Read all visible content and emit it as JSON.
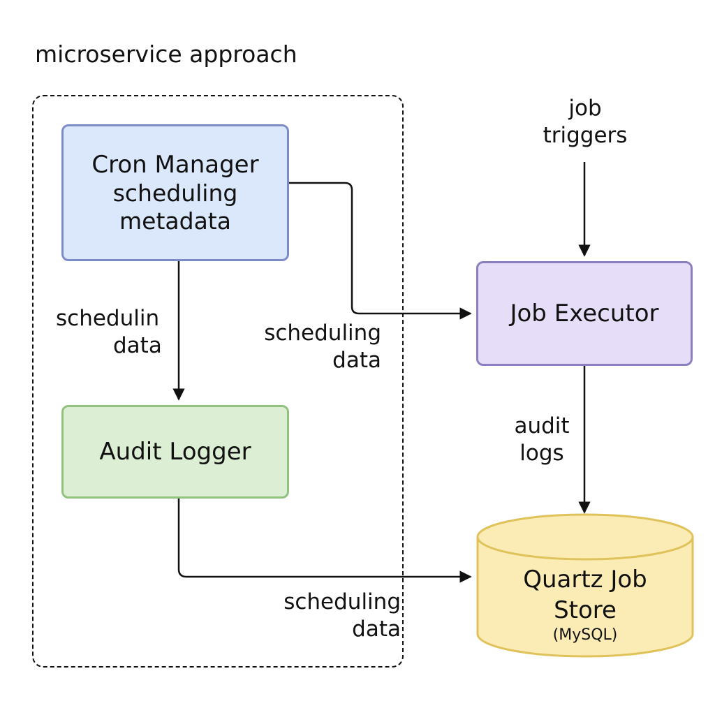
{
  "title": "microservice approach",
  "nodes": {
    "cron_manager": {
      "name": "Cron Manager",
      "line1": "scheduling",
      "line2": "metadata"
    },
    "audit_logger": {
      "name": "Audit Logger"
    },
    "job_executor": {
      "name": "Job Executor"
    },
    "job_store": {
      "line1": "Quartz Job",
      "line2": "Store",
      "engine": "(MySQL)"
    }
  },
  "edges": {
    "job_triggers": {
      "line1": "job",
      "line2": "triggers"
    },
    "cron_to_audit": {
      "line1": "schedulin",
      "line2": "data"
    },
    "cron_to_executor": {
      "line1": "scheduling",
      "line2": "data"
    },
    "executor_to_store": {
      "line1": "audit",
      "line2": "logs"
    },
    "audit_to_store": {
      "line1": "scheduling",
      "line2": "data"
    }
  },
  "colors": {
    "cron_fill": "#dbe8fb",
    "cron_border": "#7d8cc9",
    "audit_fill": "#dcefd4",
    "audit_border": "#93c180",
    "executor_fill": "#e6def8",
    "executor_border": "#8b7fc0",
    "store_fill": "#fbecb6",
    "store_border": "#e0c25a",
    "line": "#111111"
  }
}
